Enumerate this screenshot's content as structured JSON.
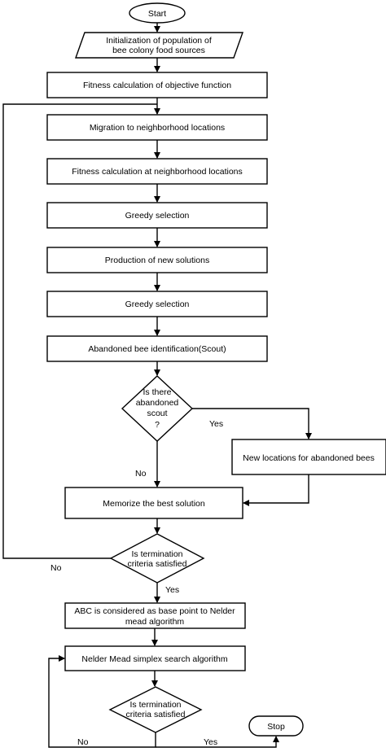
{
  "nodes": {
    "start": "Start",
    "init_line1": "Initialization of population of",
    "init_line2": "bee colony food sources",
    "fitness_objective": "Fitness calculation of objective function",
    "migration": "Migration to neighborhood locations",
    "fitness_neighborhood": "Fitness calculation at neighborhood locations",
    "greedy_1": "Greedy selection",
    "production": "Production of new solutions",
    "greedy_2": "Greedy selection",
    "abandoned_identification": "Abandoned bee identification(Scout)",
    "decision_scout_line1": "Is there",
    "decision_scout_line2": "abandoned",
    "decision_scout_line3": "scout",
    "decision_scout_line4": "?",
    "new_locations": "New locations for abandoned bees",
    "memorize": "Memorize the best solution",
    "decision_term1_line1": "Is termination",
    "decision_term1_line2": "criteria satisfied",
    "abc_base_line1": "ABC is considered as base point to Nelder",
    "abc_base_line2": "mead algorithm",
    "nelder_mead": "Nelder Mead simplex search algorithm",
    "decision_term2_line1": "Is termination",
    "decision_term2_line2": "criteria satisfied",
    "stop": "Stop"
  },
  "edge_labels": {
    "scout_yes": "Yes",
    "scout_no": "No",
    "term1_no": "No",
    "term1_yes": "Yes",
    "term2_no": "No",
    "term2_yes": "Yes"
  }
}
